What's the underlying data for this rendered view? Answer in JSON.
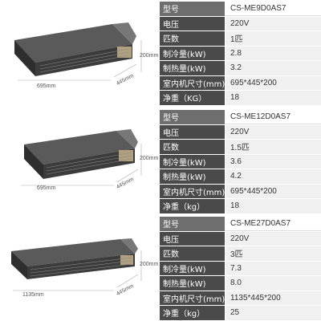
{
  "products": [
    {
      "dims": {
        "width": "695mm",
        "depth": "445mm",
        "height": "200mm"
      },
      "specs": [
        {
          "label": "型号",
          "value": "CS-ME9D0AS7"
        },
        {
          "label": "电压",
          "value": "220V"
        },
        {
          "label": "匹数",
          "value": "1匹"
        },
        {
          "label": "制冷量(kW)",
          "value": "2.8"
        },
        {
          "label": "制热量(kW)",
          "value": "3.2"
        },
        {
          "label": "室内机尺寸(mm)",
          "value": "695*445*200"
        },
        {
          "label": "净重（KG）",
          "value": "18"
        }
      ]
    },
    {
      "dims": {
        "width": "695mm",
        "depth": "445mm",
        "height": "200mm"
      },
      "specs": [
        {
          "label": "型号",
          "value": "CS-ME12D0AS7"
        },
        {
          "label": "电压",
          "value": "220V"
        },
        {
          "label": "匹数",
          "value": "1.5匹"
        },
        {
          "label": "制冷量(kW)",
          "value": "3.6"
        },
        {
          "label": "制热量(kW)",
          "value": "4.2"
        },
        {
          "label": "室内机尺寸(mm)",
          "value": "695*445*200"
        },
        {
          "label": "净重（kg）",
          "value": "18"
        }
      ]
    },
    {
      "dims": {
        "width": "1135mm",
        "depth": "445mm",
        "height": "200mm"
      },
      "specs": [
        {
          "label": "型号",
          "value": "CS-ME27D0AS7"
        },
        {
          "label": "电压",
          "value": "220V"
        },
        {
          "label": "匹数",
          "value": "3匹"
        },
        {
          "label": "制冷量(kW)",
          "value": "7.3"
        },
        {
          "label": "制热量(kW)",
          "value": "8.0"
        },
        {
          "label": "室内机尺寸(mm)",
          "value": "1135*445*200"
        },
        {
          "label": "净重（kg）",
          "value": "25"
        }
      ]
    }
  ],
  "colors": {
    "label_bg": "#4a4a4a",
    "value_bg": "#f0f0f0",
    "unit_body": "#3a3a3a"
  }
}
